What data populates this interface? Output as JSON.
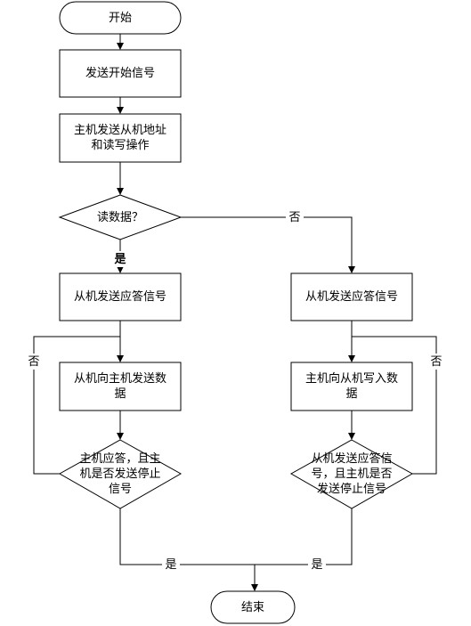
{
  "flowchart": {
    "start": "开始",
    "send_start": "发送开始信号",
    "master_send_addr": "主机发送从机地址\n和读写操作",
    "read_data_decision": "读数据？",
    "slave_ack_left": "从机发送应答信号",
    "slave_ack_right": "从机发送应答信号",
    "slave_to_master": "从机向主机发送数\n据",
    "master_to_slave": "主机向从机写入数\n据",
    "left_decision": "主机应答，且主\n机是否发送停止\n信号",
    "right_decision": "从机发送应答信\n号，且主机是否\n发送停止信号",
    "end": "结束"
  },
  "edge_labels": {
    "read_no": "否",
    "read_yes": "是",
    "left_loop_no": "否",
    "right_loop_no": "否",
    "left_yes": "是",
    "right_yes": "是"
  }
}
